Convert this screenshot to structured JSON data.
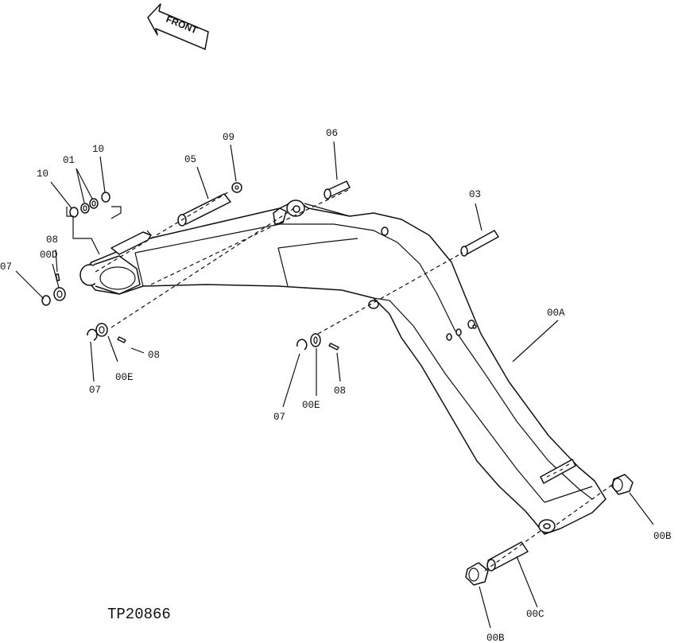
{
  "front_arrow": {
    "label": "FRONT"
  },
  "figure_id": "TP20866",
  "callouts": {
    "c_10a": "10",
    "c_01": "01",
    "c_10b": "10",
    "c_05": "05",
    "c_09": "09",
    "c_06": "06",
    "c_03": "03",
    "c_07a": "07",
    "c_00D": "00D",
    "c_08a": "08",
    "c_08b": "08",
    "c_00Ea": "00E",
    "c_07b": "07",
    "c_07c": "07",
    "c_00Eb": "00E",
    "c_08c": "08",
    "c_00A": "00A",
    "c_00Ba": "00B",
    "c_00C": "00C",
    "c_00Bb": "00B"
  }
}
